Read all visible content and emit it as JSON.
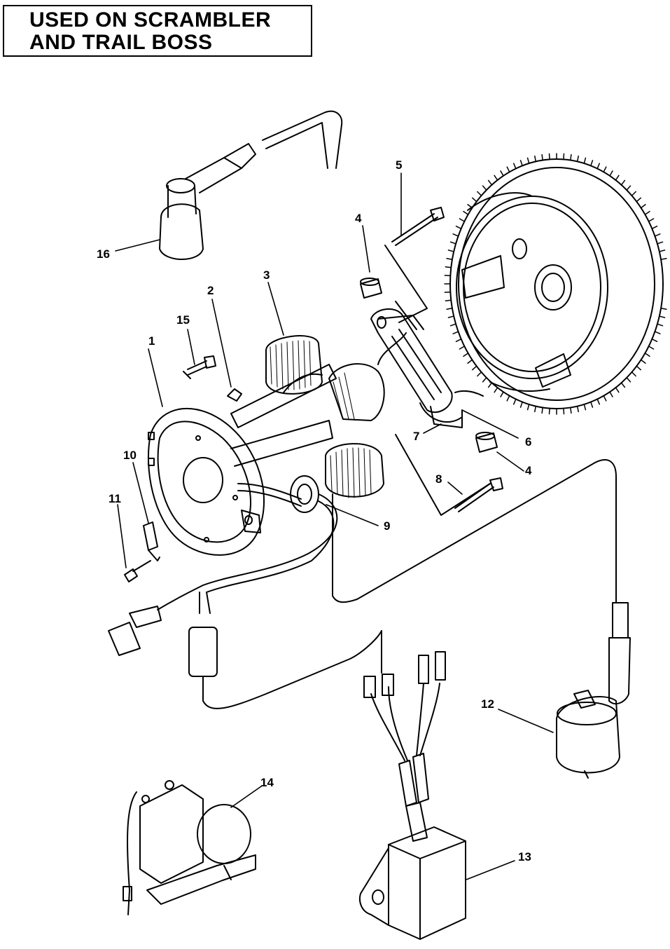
{
  "title": {
    "line1": "USED ON SCRAMBLER",
    "line2": "AND TRAIL BOSS"
  },
  "callouts": {
    "c1": "1",
    "c2": "2",
    "c3": "3",
    "c4a": "4",
    "c4b": "4",
    "c5": "5",
    "c6": "6",
    "c7": "7",
    "c8": "8",
    "c9": "9",
    "c10": "10",
    "c11": "11",
    "c12": "12",
    "c13": "13",
    "c14": "14",
    "c15": "15",
    "c16": "16"
  }
}
